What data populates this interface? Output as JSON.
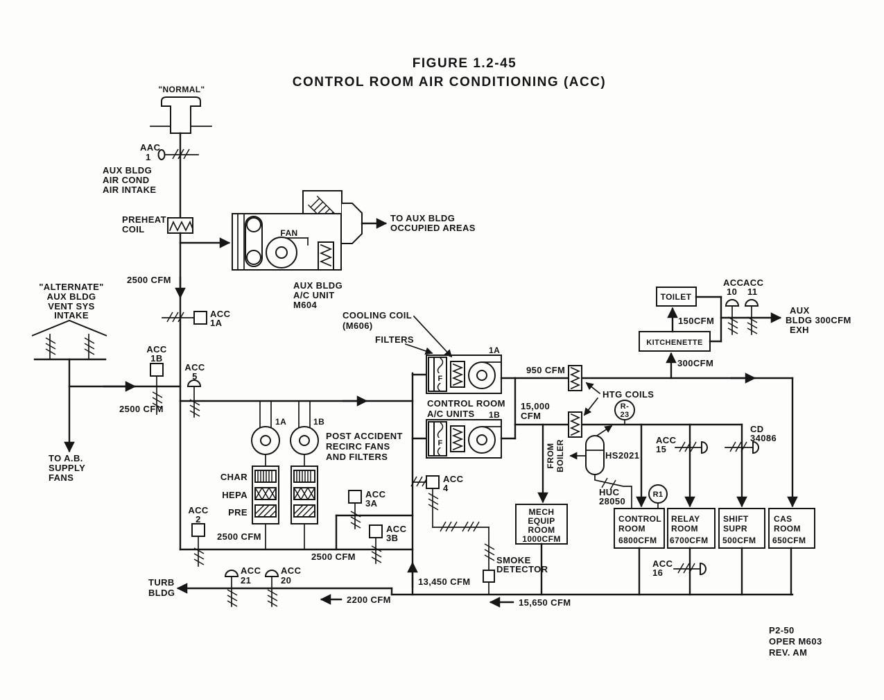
{
  "figure": {
    "number": "FIGURE 1.2-45",
    "title": "CONTROL ROOM AIR CONDITIONING (ACC)"
  },
  "normal_intake": {
    "title": "\"NORMAL\"",
    "caption": [
      "AUX BLDG",
      "AIR COND",
      "AIR INTAKE"
    ]
  },
  "preheat_coil": [
    "PREHEAT",
    "COIL"
  ],
  "aux_ac_unit": {
    "fan": "FAN",
    "caption": [
      "AUX BLDG",
      "A/C UNIT",
      "M604"
    ],
    "outlet": [
      "TO AUX BLDG",
      "OCCUPIED AREAS"
    ]
  },
  "alternate_intake": {
    "caption": [
      "\"ALTERNATE\"",
      "AUX BLDG",
      "VENT SYS",
      "INTAKE"
    ],
    "to_ab": [
      "TO A.B.",
      "SUPPLY",
      "FANS"
    ]
  },
  "flows": {
    "cfm2500_preheat": "2500 CFM",
    "cfm2500_intake": "2500 CFM",
    "cfm2500_recirc": "2500 CFM",
    "cfm2500_makeup": "2500 CFM",
    "cfm950": "950 CFM",
    "cfm15000": [
      "15,000",
      "CFM"
    ],
    "cfm300_kitchenette": "300CFM",
    "cfm150_toilet": "150CFM",
    "cfm13450": "13,450 CFM",
    "cfm15650": "15,650 CFM",
    "cfm2200": "2200 CFM"
  },
  "dampers": {
    "aac1": [
      "AAC",
      "1"
    ],
    "acc1a": [
      "ACC",
      "1A"
    ],
    "acc1b": [
      "ACC",
      "1B"
    ],
    "acc5": [
      "ACC",
      "5"
    ],
    "acc2": [
      "ACC",
      "2"
    ],
    "acc3a": [
      "ACC",
      "3A"
    ],
    "acc3b": [
      "ACC",
      "3B"
    ],
    "acc4": [
      "ACC",
      "4"
    ],
    "acc10": [
      "ACC",
      "10"
    ],
    "acc11": [
      "ACC",
      "11"
    ],
    "acc15": [
      "ACC",
      "15"
    ],
    "acc16": [
      "ACC",
      "16"
    ],
    "acc20": [
      "ACC",
      "20"
    ],
    "acc21": [
      "ACC",
      "21"
    ],
    "cd34086": [
      "CD",
      "34086"
    ]
  },
  "recirc": {
    "caption": [
      "POST ACCIDENT",
      "RECIRC FANS",
      "AND FILTERS"
    ],
    "fan_a": "1A",
    "fan_b": "1B",
    "filter_layers": [
      "CHAR",
      "HEPA",
      "PRE"
    ]
  },
  "cr_ac": {
    "caption": [
      "CONTROL ROOM",
      "A/C UNITS"
    ],
    "unit_a": "1A",
    "unit_b": "1B",
    "cooling_coil": [
      "COOLING COIL",
      "(M606)"
    ],
    "filters": "FILTERS",
    "filter_f": "F"
  },
  "heating": {
    "htg": "HTG COILS",
    "r23": [
      "R-",
      "23"
    ],
    "from_boiler": [
      "FROM",
      "BOILER"
    ],
    "hs2021": "HS2021",
    "huc": [
      "HUC",
      "28050"
    ],
    "r1": "R1"
  },
  "exhaust": {
    "toilet": "TOILET",
    "kitchenette": "KITCHENETTE",
    "aux_exh": [
      "AUX",
      "BLDG 300CFM",
      "EXH"
    ],
    "turb": [
      "TURB",
      "BLDG"
    ]
  },
  "smoke_detector": [
    "SMOKE",
    "DETECTOR"
  ],
  "rooms": [
    {
      "lines": [
        "MECH",
        "EQUIP",
        "ROOM",
        "1000CFM"
      ]
    },
    {
      "lines": [
        "CONTROL",
        "ROOM",
        "6800CFM"
      ]
    },
    {
      "lines": [
        "RELAY",
        "ROOM",
        "6700CFM"
      ]
    },
    {
      "lines": [
        "SHIFT",
        "SUPR",
        "500CFM"
      ]
    },
    {
      "lines": [
        "CAS",
        "ROOM",
        "650CFM"
      ]
    }
  ],
  "revision": [
    "P2-50",
    "OPER M603",
    "REV. AM"
  ]
}
